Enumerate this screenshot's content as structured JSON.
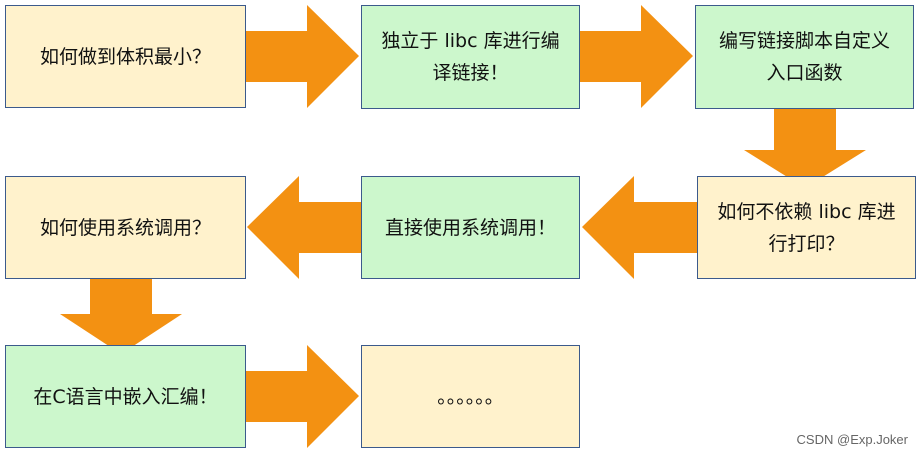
{
  "colors": {
    "arrow": "#f39112",
    "beige": "#fff2cc",
    "green": "#ccf7cc",
    "border": "#3b5a8c"
  },
  "steps": [
    {
      "text": "如何做到体积最小？"
    },
    {
      "text": "独立于 libc 库进行编译链接！"
    },
    {
      "text": "编写链接脚本自定义入口函数"
    },
    {
      "text": "如何不依赖 libc 库进行打印？"
    },
    {
      "text": "直接使用系统调用！"
    },
    {
      "text": "如何使用系统调用？"
    },
    {
      "text": "在C语言中嵌入汇编！"
    },
    {
      "text": "。。。。。。"
    }
  ],
  "watermark": "CSDN @Exp.Joker"
}
